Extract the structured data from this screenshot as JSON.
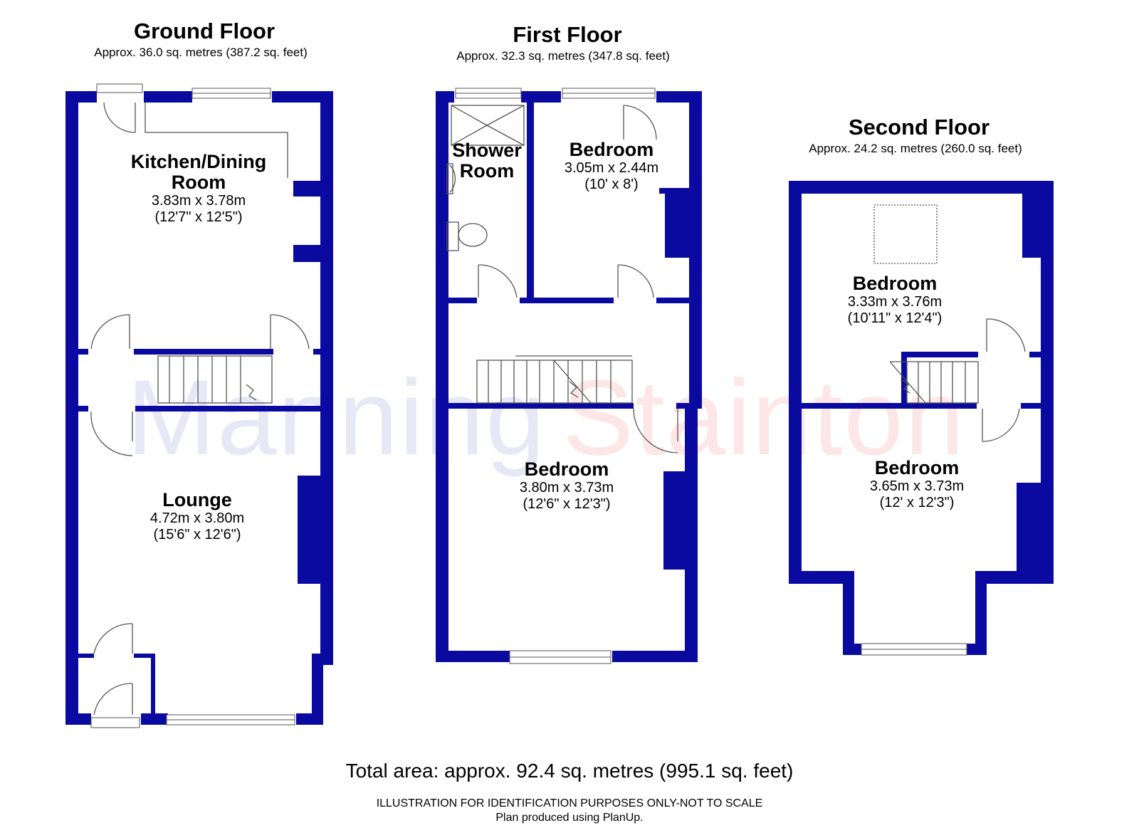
{
  "watermark": {
    "part1": "Manning",
    "part2": "Stainton",
    "color1": "#e8eaf6",
    "color2": "#fde8e8"
  },
  "colors": {
    "wall": "#0a0aa0",
    "window": "#ffffff",
    "door_line": "#444444"
  },
  "floors": [
    {
      "title": "Ground Floor",
      "area": "Approx. 36.0 sq. metres (387.2 sq. feet)",
      "rooms": [
        {
          "name_line1": "Kitchen/Dining",
          "name_line2": "Room",
          "metric": "3.83m x 3.78m",
          "imperial": "(12'7\" x 12'5\")"
        },
        {
          "name_line1": "Lounge",
          "name_line2": "",
          "metric": "4.72m x 3.80m",
          "imperial": "(15'6\" x 12'6\")"
        }
      ]
    },
    {
      "title": "First Floor",
      "area": "Approx. 32.3 sq. metres (347.8 sq. feet)",
      "rooms": [
        {
          "name_line1": "Shower",
          "name_line2": "Room",
          "metric": "",
          "imperial": ""
        },
        {
          "name_line1": "Bedroom",
          "name_line2": "",
          "metric": "3.05m x 2.44m",
          "imperial": "(10' x 8')"
        },
        {
          "name_line1": "Bedroom",
          "name_line2": "",
          "metric": "3.80m x 3.73m",
          "imperial": "(12'6\" x 12'3\")"
        }
      ]
    },
    {
      "title": "Second Floor",
      "area": "Approx. 24.2 sq. metres (260.0 sq. feet)",
      "rooms": [
        {
          "name_line1": "Bedroom",
          "name_line2": "",
          "metric": "3.33m x 3.76m",
          "imperial": "(10'11\" x 12'4\")"
        },
        {
          "name_line1": "Bedroom",
          "name_line2": "",
          "metric": "3.65m x 3.73m",
          "imperial": "(12' x 12'3\")"
        }
      ]
    }
  ],
  "footer": {
    "total": "Total area: approx. 92.4 sq. metres (995.1 sq. feet)",
    "note1": "ILLUSTRATION FOR IDENTIFICATION PURPOSES ONLY-NOT TO SCALE",
    "note2": "Plan produced using PlanUp."
  }
}
